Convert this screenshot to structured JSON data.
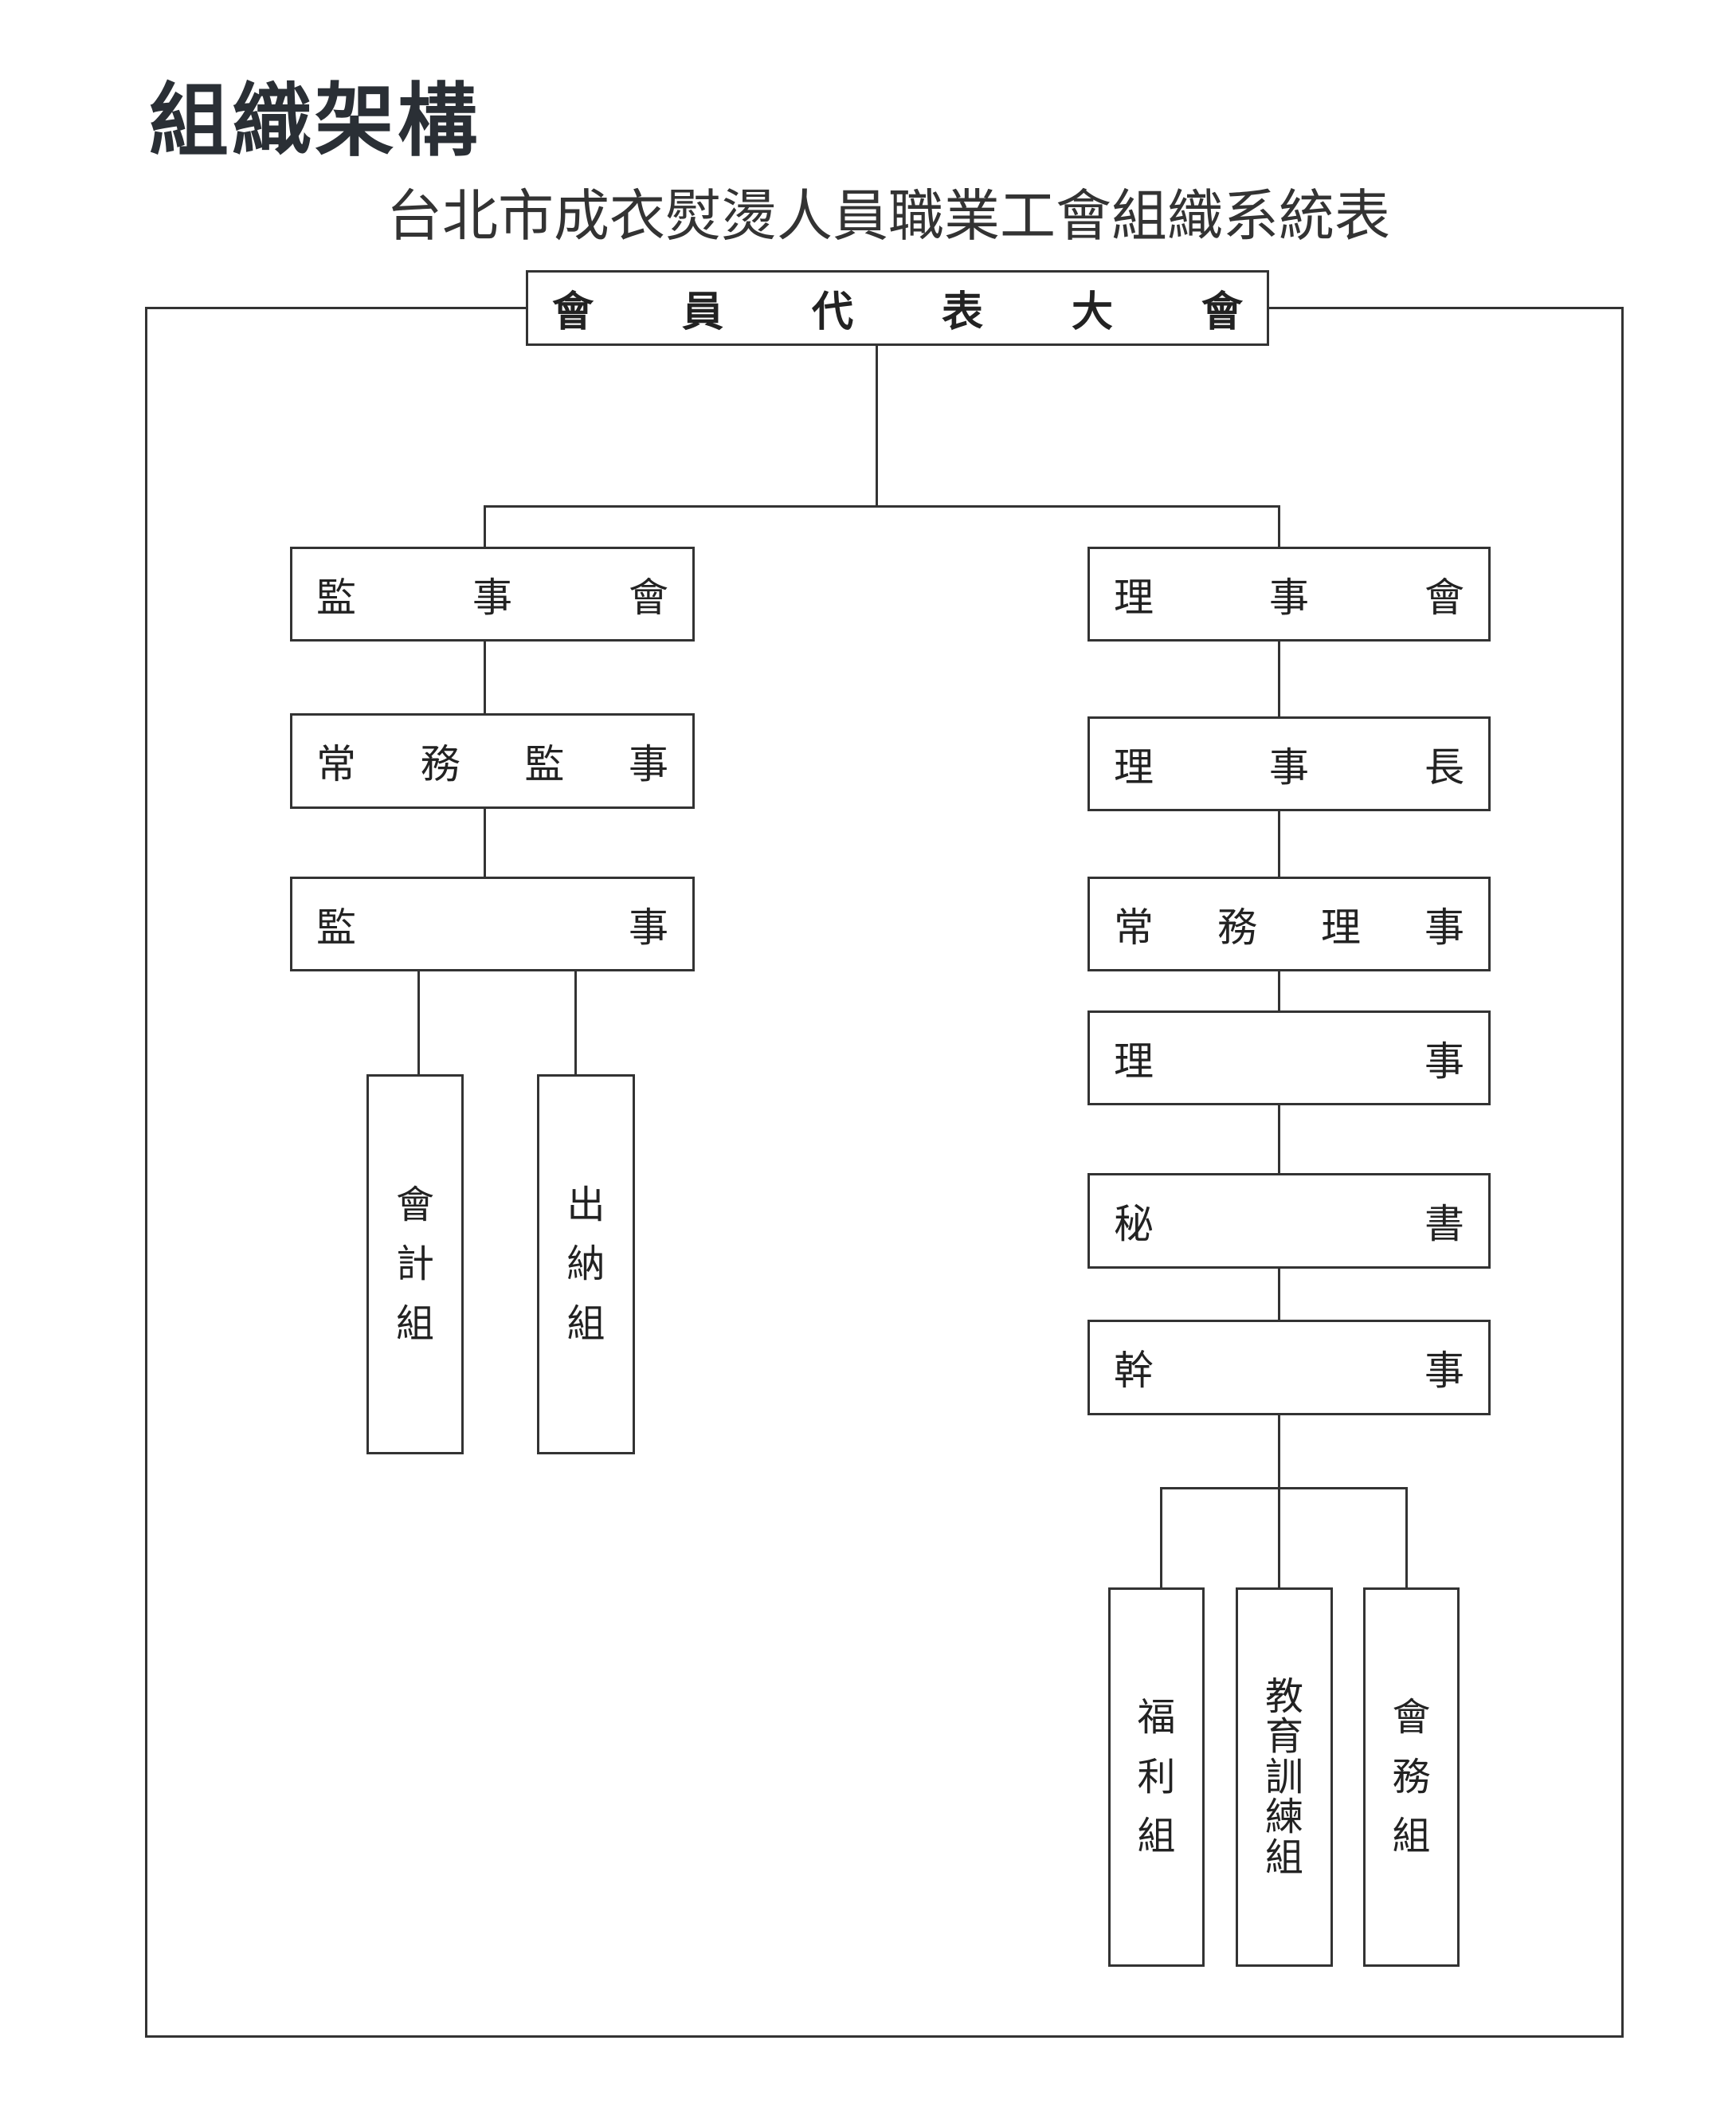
{
  "title": "組織架構",
  "subtitle": "台北市成衣熨燙人員職業工會組織系統表",
  "top": "會員代表大會",
  "left": {
    "boxes": [
      "監事會",
      "常務監事",
      "監事"
    ],
    "groups": [
      "會計組",
      "出納組"
    ]
  },
  "right": {
    "boxes": [
      "理事會",
      "理事長",
      "常務理事",
      "理事",
      "秘書",
      "幹事"
    ],
    "groups": [
      "福利組",
      "教育訓練組",
      "會務組"
    ]
  }
}
